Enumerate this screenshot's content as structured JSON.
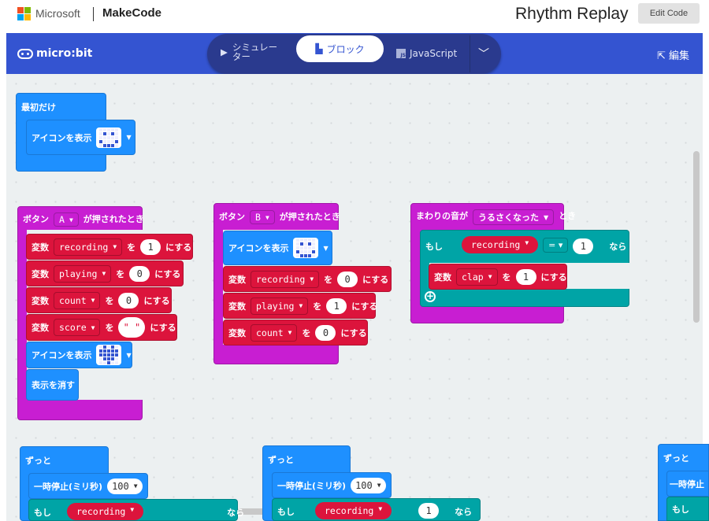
{
  "topbar": {
    "brand": "Microsoft",
    "product": "MakeCode",
    "project_title": "Rhythm Replay",
    "edit_code": "Edit Code"
  },
  "header": {
    "logo": "micro:bit",
    "tabs": [
      {
        "label": "シミュレーター",
        "icon": "play-icon"
      },
      {
        "label": "ブロック",
        "icon": "puzzle-icon",
        "active": true
      },
      {
        "label": "JavaScript",
        "icon": "js-icon"
      }
    ],
    "more": "⌄",
    "edit": "編集"
  },
  "colors": {
    "header": "#3454d1",
    "event": "#c81ed2",
    "basic": "#1e90ff",
    "variables": "#dc143c",
    "logic": "#00a4a6"
  },
  "blocks": {
    "on_start": {
      "hat": "最初だけ",
      "show_icon": "アイコンを表示"
    },
    "button_a": {
      "label1": "ボタン",
      "button": "A",
      "label2": "が押されたとき",
      "sets": [
        {
          "kw": "変数",
          "var": "recording",
          "to": "を",
          "val": "1",
          "end": "にする"
        },
        {
          "kw": "変数",
          "var": "playing",
          "to": "を",
          "val": "0",
          "end": "にする"
        },
        {
          "kw": "変数",
          "var": "count",
          "to": "を",
          "val": "0",
          "end": "にする"
        },
        {
          "kw": "変数",
          "var": "score",
          "to": "を",
          "val": "\" \"",
          "end": "にする"
        }
      ],
      "show_icon": "アイコンを表示",
      "clear": "表示を消す"
    },
    "button_b": {
      "label1": "ボタン",
      "button": "B",
      "label2": "が押されたとき",
      "show_icon": "アイコンを表示",
      "sets": [
        {
          "kw": "変数",
          "var": "recording",
          "to": "を",
          "val": "0",
          "end": "にする"
        },
        {
          "kw": "変数",
          "var": "playing",
          "to": "を",
          "val": "1",
          "end": "にする"
        },
        {
          "kw": "変数",
          "var": "count",
          "to": "を",
          "val": "0",
          "end": "にする"
        }
      ]
    },
    "sound": {
      "label1": "まわりの音が",
      "event": "うるさくなった",
      "label2": "とき",
      "if": "もし",
      "cond_var": "recording",
      "op": "=",
      "cond_val": "1",
      "then": "なら",
      "set": {
        "kw": "変数",
        "var": "clap",
        "to": "を",
        "val": "1",
        "end": "にする"
      }
    },
    "forever1": {
      "hat": "ずっと",
      "pause": "一時停止(ミリ秒)",
      "ms": "100",
      "if": "もし",
      "cond_var": "recording",
      "then": "なら"
    },
    "forever2": {
      "hat": "ずっと",
      "pause": "一時停止(ミリ秒)",
      "ms": "100",
      "if": "もし",
      "cond_var": "recording",
      "cond_val": "1",
      "then": "なら"
    },
    "forever3": {
      "hat": "ずっと",
      "pause": "一時停止",
      "if": "もし"
    }
  }
}
